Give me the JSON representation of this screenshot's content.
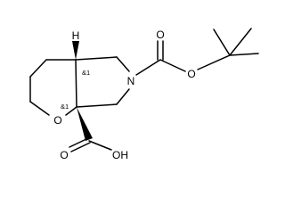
{
  "molecule": {
    "atoms": {
      "h": "H",
      "n": "N",
      "o_ring": "O",
      "o_carbonyl_boc": "O",
      "o_ester_boc": "O",
      "o_carbonyl_acid": "O",
      "oh_acid": "OH"
    },
    "stereo_labels": {
      "top": "&1",
      "bottom": "&1"
    }
  }
}
